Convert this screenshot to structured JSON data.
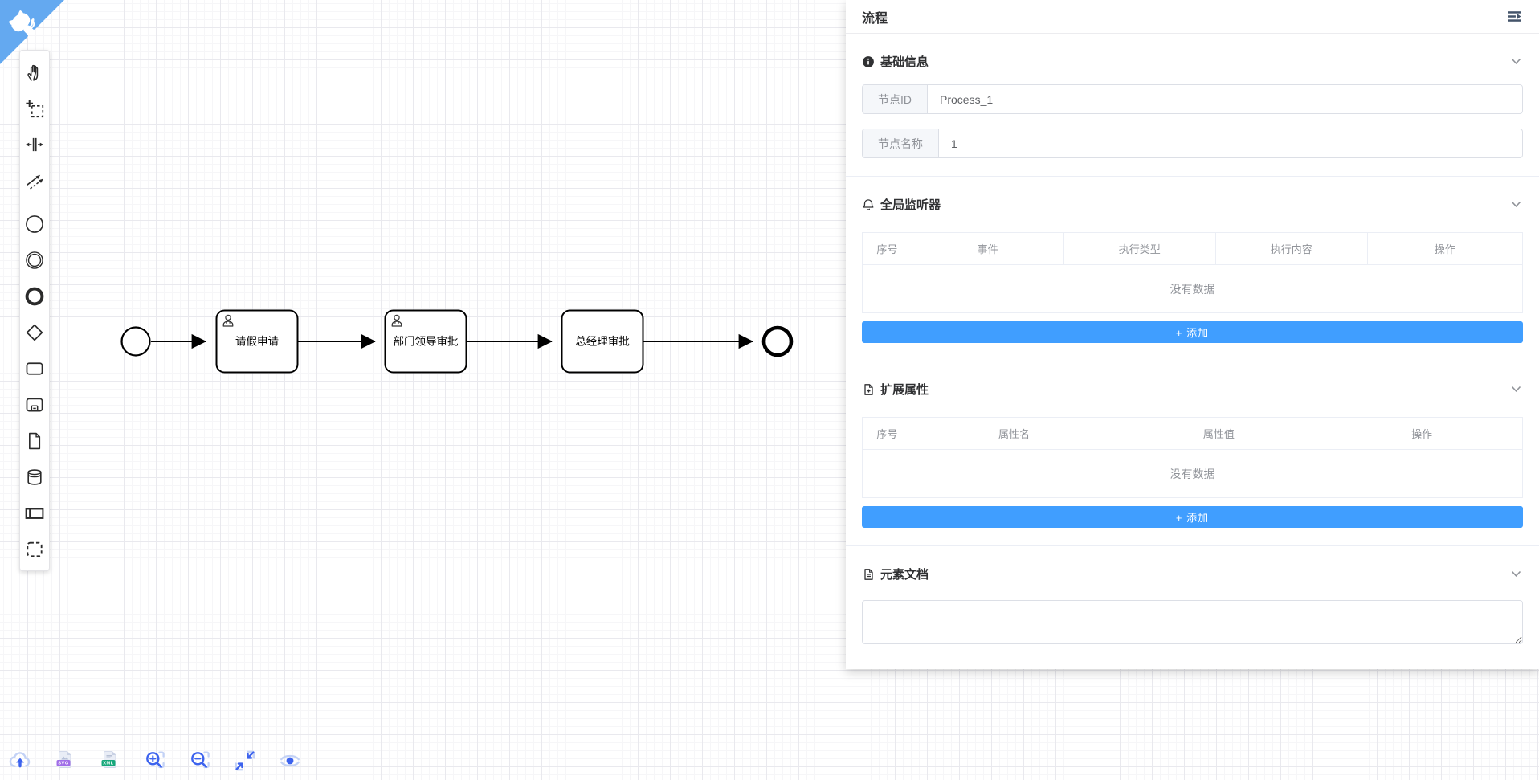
{
  "panel": {
    "title": "流程",
    "sections": {
      "basic": {
        "title": "基础信息",
        "fields": [
          {
            "label": "节点ID",
            "value": "Process_1"
          },
          {
            "label": "节点名称",
            "value": "1"
          }
        ]
      },
      "listeners": {
        "title": "全局监听器",
        "columns": [
          "序号",
          "事件",
          "执行类型",
          "执行内容",
          "操作"
        ],
        "empty_text": "没有数据",
        "add_label": "+ 添加"
      },
      "attributes": {
        "title": "扩展属性",
        "columns": [
          "序号",
          "属性名",
          "属性值",
          "操作"
        ],
        "empty_text": "没有数据",
        "add_label": "+ 添加"
      },
      "documentation": {
        "title": "元素文档",
        "value": ""
      }
    }
  },
  "diagram": {
    "start_event": {
      "shape": "circle-thin"
    },
    "tasks": [
      {
        "label": "请假申请",
        "icon": "user"
      },
      {
        "label": "部门领导审批",
        "icon": "user"
      },
      {
        "label": "总经理审批",
        "icon": "none"
      }
    ],
    "end_event": {
      "shape": "circle-thick"
    }
  },
  "palette": {
    "items": [
      "hand-tool",
      "lasso-tool",
      "space-tool",
      "global-connect-tool",
      "start-event",
      "intermediate-event",
      "end-event",
      "gateway",
      "task",
      "subprocess",
      "data-object",
      "data-store",
      "participant-pool",
      "group"
    ]
  },
  "canvas_toolbar": {
    "items": [
      "upload",
      "export-svg",
      "export-xml",
      "zoom-in",
      "zoom-out",
      "reset-view",
      "preview"
    ],
    "svg_badge": "SVG",
    "xml_badge": "XML"
  },
  "colors": {
    "primary": "#409EFF",
    "corner_blue": "#64a9f0",
    "toolbar_blue": "#3d63ee",
    "toolbar_light_blue": "#c3d2f6",
    "svg_badge_bg": "#a06ee8",
    "xml_badge_bg": "#17a87b"
  }
}
